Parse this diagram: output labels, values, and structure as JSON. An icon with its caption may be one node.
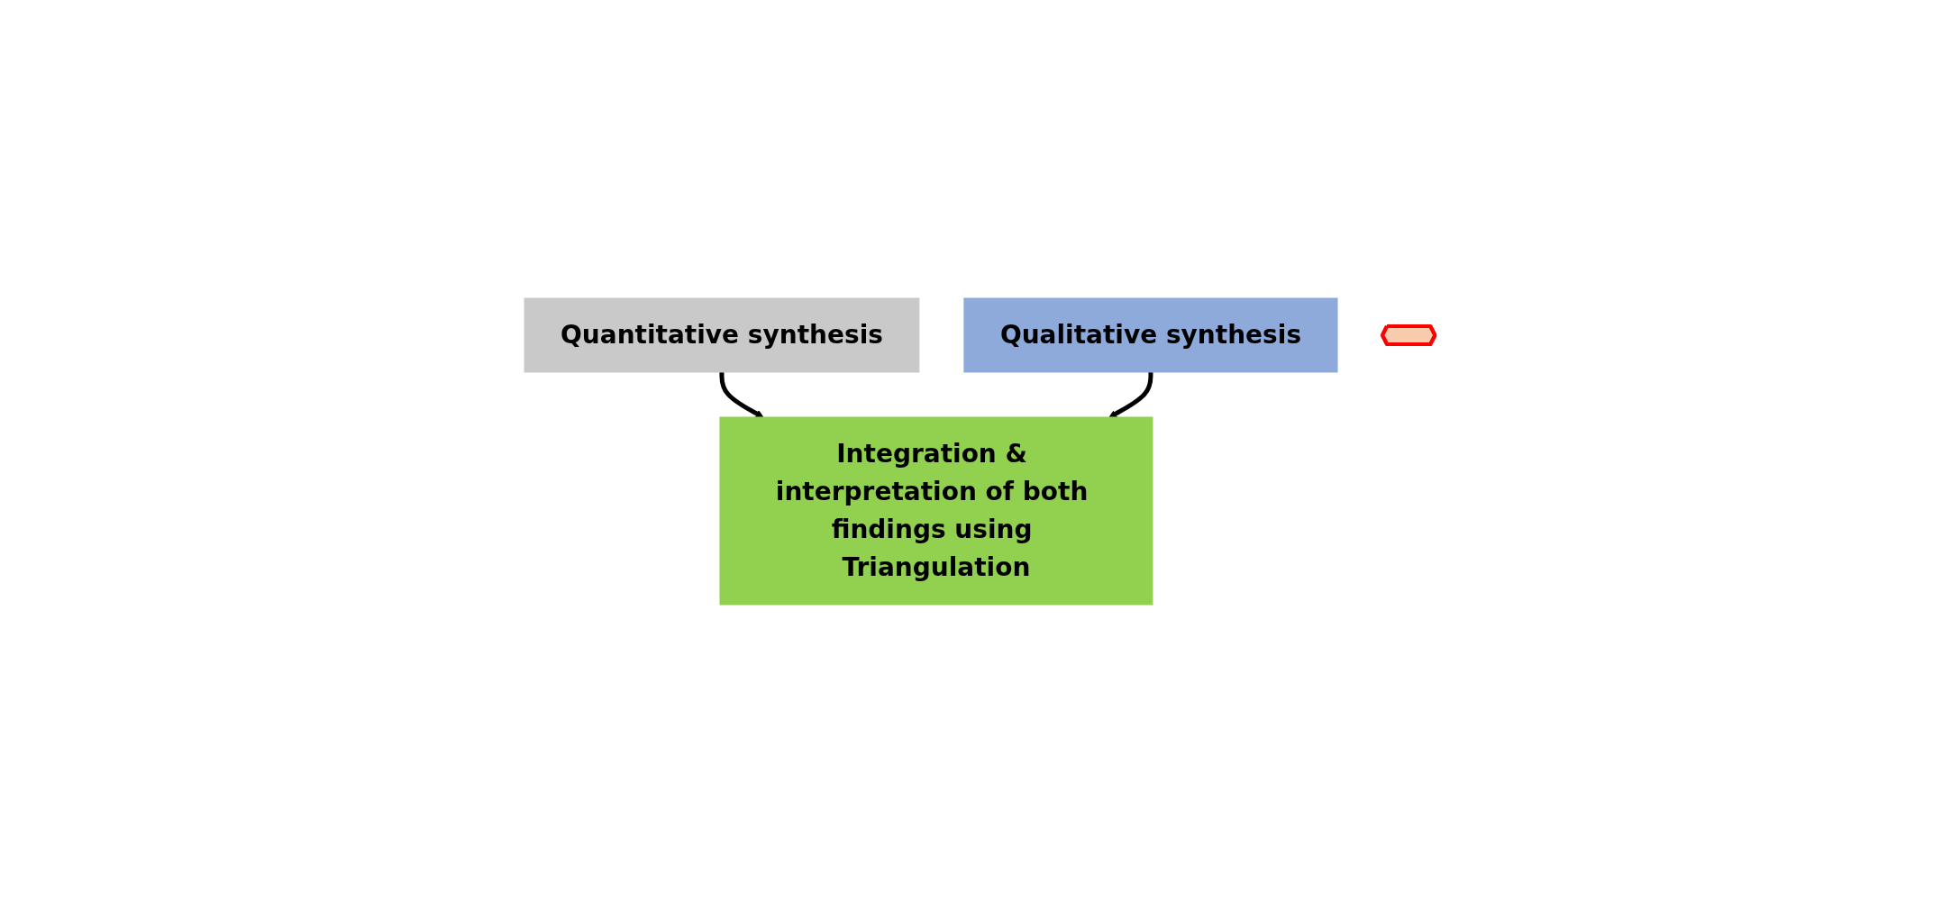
{
  "diagram": {
    "nodes": [
      {
        "text": [
          "Quantitative synthesis"
        ]
      },
      {
        "text": [
          "Qualitative synthesis"
        ]
      },
      {
        "text": [
          "Integration & interpretation of both findings using Triangulation"
        ]
      },
      {
        "text": [],
        "shape": "star"
      }
    ],
    "edges": [
      {
        "from": 0,
        "to": 2,
        "arrow": "to"
      },
      {
        "from": 1,
        "to": 2,
        "arrow": "to"
      }
    ]
  }
}
